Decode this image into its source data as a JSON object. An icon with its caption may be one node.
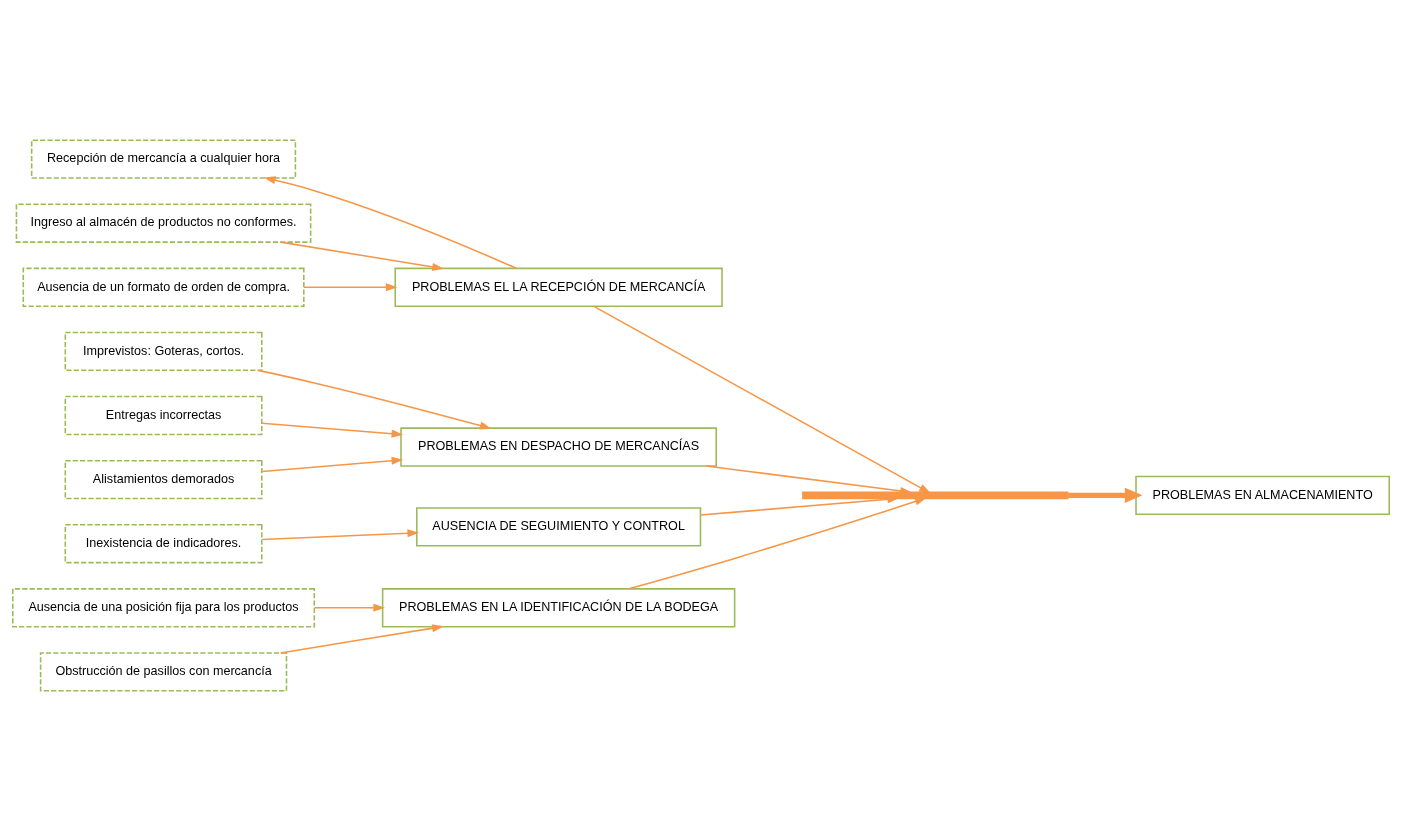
{
  "diagram": {
    "nodes": [
      {
        "text": [
          "PROBLEMAS EN LA IDENTIFICACIÓN DE LA BODEGA"
        ]
      },
      {
        "text": [
          "PROBLEMAS EL LA RECEPCIÓN DE MERCANCÍA"
        ]
      },
      {
        "text": [
          "Ausencia de una posición fija para los productos"
        ]
      },
      {
        "text": [
          "Ingreso al almacén de productos no conformes."
        ]
      },
      {
        "text": [
          "Ausencia de un formato de orden de compra."
        ]
      },
      {
        "text": [
          "Obstrucción de pasillos con mercancía"
        ]
      },
      {
        "text": [
          "Recepción de mercancía a cualquier hora"
        ]
      },
      {
        "text": [],
        "shape": "bar"
      },
      {
        "text": [
          "PROBLEMAS EN ALMACENAMIENTO"
        ]
      },
      {
        "text": [
          "Imprevistos: Goteras, cortos."
        ]
      },
      {
        "text": [
          "Entregas incorrectas"
        ]
      },
      {
        "text": [
          "Inexistencia de indicadores."
        ]
      },
      {
        "text": [
          "Alistamientos demorados"
        ]
      },
      {
        "text": [
          "PROBLEMAS EN DESPACHO DE MERCANCÍAS"
        ]
      },
      {
        "text": [
          "AUSENCIA DE SEGUIMIENTO Y CONTROL"
        ]
      }
    ],
    "edges": [
      {
        "from": 0,
        "to": 7,
        "arrow": "to"
      },
      {
        "from": 1,
        "to": 7,
        "arrow": "to"
      },
      {
        "from": 13,
        "to": 7,
        "arrow": "to"
      },
      {
        "from": 14,
        "to": 7,
        "arrow": "to"
      },
      {
        "from": 7,
        "to": 8,
        "arrow": "to",
        "style": "thick"
      },
      {
        "from": 2,
        "to": 0,
        "arrow": "to"
      },
      {
        "from": 5,
        "to": 0,
        "arrow": "to"
      },
      {
        "from": 3,
        "to": 1,
        "arrow": "to"
      },
      {
        "from": 4,
        "to": 1,
        "arrow": "to"
      },
      {
        "from": 1,
        "to": 6,
        "arrow": "to"
      },
      {
        "from": 9,
        "to": 13,
        "arrow": "to"
      },
      {
        "from": 10,
        "to": 13,
        "arrow": "to"
      },
      {
        "from": 12,
        "to": 13,
        "arrow": "to"
      },
      {
        "from": 11,
        "to": 14,
        "arrow": "to"
      }
    ]
  }
}
